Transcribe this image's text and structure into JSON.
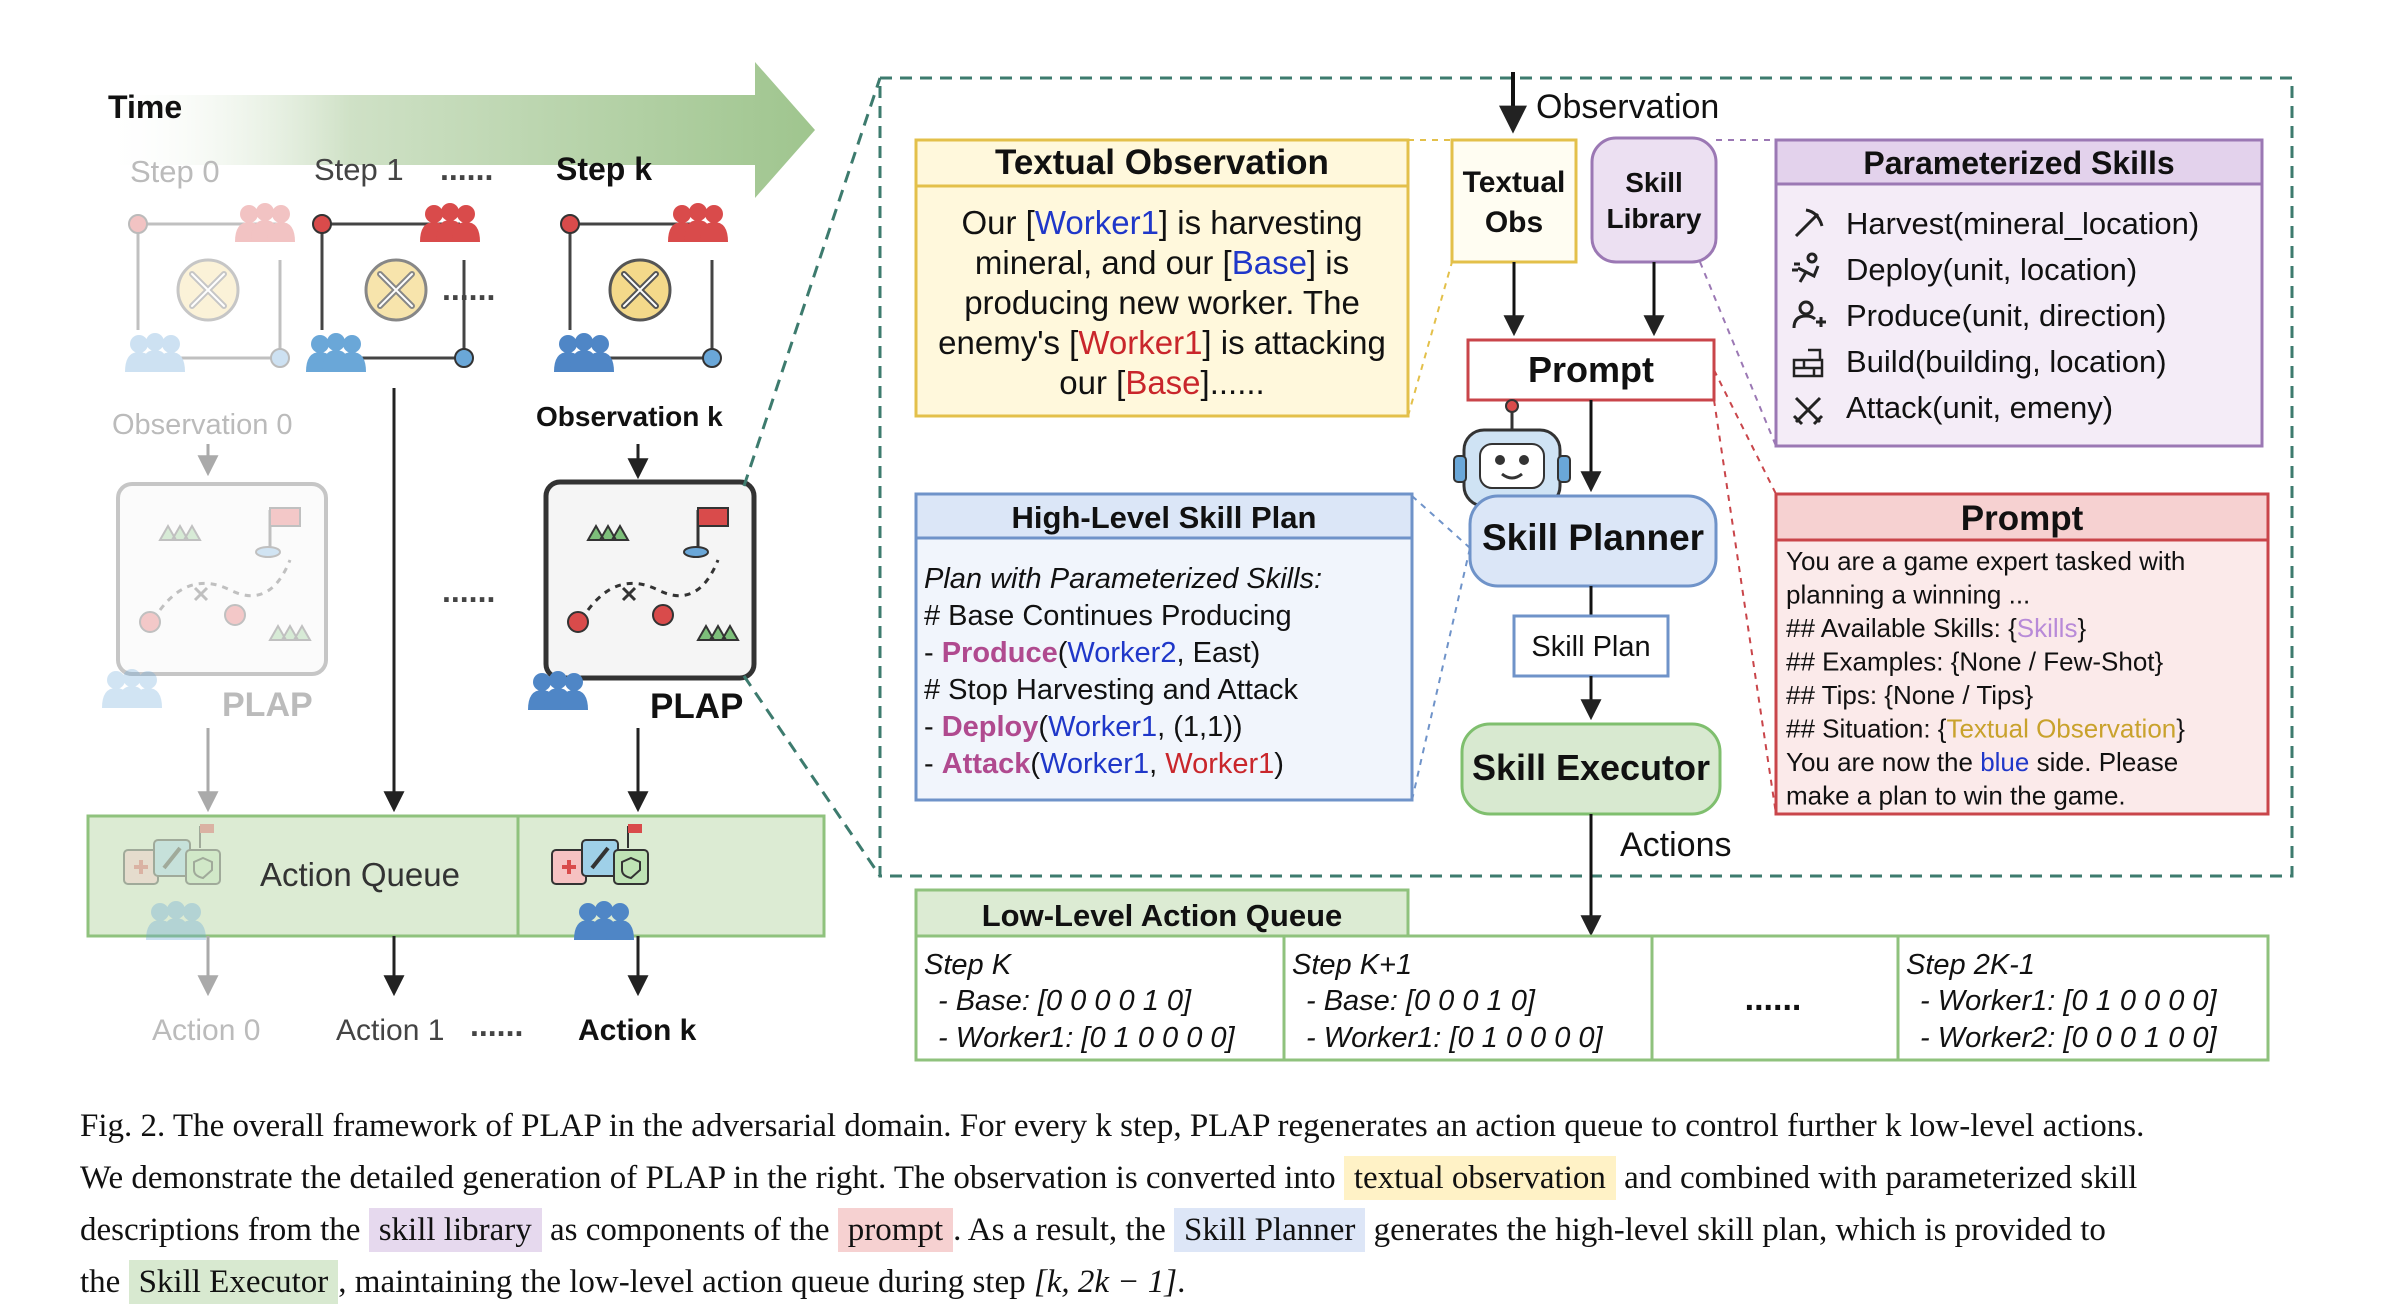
{
  "left": {
    "time_label": "Time",
    "steps": [
      "Step 0",
      "Step 1",
      "......",
      "Step k"
    ],
    "dots": "......",
    "observation_0": "Observation 0",
    "observation_k": "Observation k",
    "plap_0": "PLAP",
    "plap_k": "PLAP",
    "action_queue": "Action Queue",
    "actions": [
      "Action 0",
      "Action 1",
      "......",
      "Action k"
    ]
  },
  "right": {
    "observation": "Observation",
    "textual_observation": {
      "title": "Textual Observation",
      "lines": [
        [
          {
            "t": "Our [",
            "c": "black"
          },
          {
            "t": "Worker1",
            "c": "blue"
          },
          {
            "t": "] is harvesting",
            "c": "black"
          }
        ],
        [
          {
            "t": "mineral, and our [",
            "c": "black"
          },
          {
            "t": "Base",
            "c": "blue"
          },
          {
            "t": "] is",
            "c": "black"
          }
        ],
        [
          {
            "t": "producing new worker. The",
            "c": "black"
          }
        ],
        [
          {
            "t": "enemy's [",
            "c": "black"
          },
          {
            "t": "Worker1",
            "c": "red"
          },
          {
            "t": "] is attacking",
            "c": "black"
          }
        ],
        [
          {
            "t": "our [",
            "c": "black"
          },
          {
            "t": "Base",
            "c": "red"
          },
          {
            "t": "]......",
            "c": "black"
          }
        ]
      ]
    },
    "textual_obs_box": [
      "Textual",
      "Obs"
    ],
    "skill_library_box": [
      "Skill",
      "Library"
    ],
    "parameterized_skills": {
      "title": "Parameterized Skills",
      "items": [
        {
          "icon": "pickaxe-icon",
          "text": "Harvest(mineral_location)"
        },
        {
          "icon": "run-icon",
          "text": "Deploy(unit, location)"
        },
        {
          "icon": "person-add-icon",
          "text": "Produce(unit, direction)"
        },
        {
          "icon": "brick-wall-icon",
          "text": "Build(building, location)"
        },
        {
          "icon": "crossed-swords-icon",
          "text": "Attack(unit, emeny)"
        }
      ]
    },
    "prompt_box": "Prompt",
    "skill_planner": "Skill Planner",
    "skill_plan": "Skill Plan",
    "skill_executor": "Skill Executor",
    "actions": "Actions",
    "high_level": {
      "title": "High-Level Skill Plan",
      "lines": [
        [
          {
            "t": "Plan with Parameterized Skills:",
            "c": "italic"
          }
        ],
        [
          {
            "t": "# Base Continues Producing",
            "c": "black"
          }
        ],
        [
          {
            "t": "  - ",
            "c": "black"
          },
          {
            "t": "Produce",
            "c": "magenta"
          },
          {
            "t": "(",
            "c": "black"
          },
          {
            "t": "Worker2",
            "c": "blue"
          },
          {
            "t": ", East)",
            "c": "black"
          }
        ],
        [
          {
            "t": "# Stop Harvesting and Attack",
            "c": "black"
          }
        ],
        [
          {
            "t": "  - ",
            "c": "black"
          },
          {
            "t": "Deploy",
            "c": "magenta"
          },
          {
            "t": "(",
            "c": "black"
          },
          {
            "t": "Worker1",
            "c": "blue"
          },
          {
            "t": ", (1,1))",
            "c": "black"
          }
        ],
        [
          {
            "t": "  - ",
            "c": "black"
          },
          {
            "t": "Attack",
            "c": "magenta"
          },
          {
            "t": "(",
            "c": "black"
          },
          {
            "t": "Worker1",
            "c": "blue"
          },
          {
            "t": ", ",
            "c": "black"
          },
          {
            "t": "Worker1",
            "c": "red"
          },
          {
            "t": ")",
            "c": "black"
          }
        ]
      ]
    },
    "prompt_detail": {
      "title": "Prompt",
      "lines": [
        [
          {
            "t": "You are a game expert tasked with",
            "c": "black"
          }
        ],
        [
          {
            "t": "planning a winning ...",
            "c": "black"
          }
        ],
        [
          {
            "t": "  ## Available Skills: {",
            "c": "black"
          },
          {
            "t": "Skills",
            "c": "lilac"
          },
          {
            "t": "}",
            "c": "black"
          }
        ],
        [
          {
            "t": "  ## Examples: {None / Few-Shot}",
            "c": "black"
          }
        ],
        [
          {
            "t": "  ## Tips: {None / Tips}",
            "c": "black"
          }
        ],
        [
          {
            "t": "  ## Situation: {",
            "c": "black"
          },
          {
            "t": "Textual Observation",
            "c": "gold"
          },
          {
            "t": "}",
            "c": "black"
          }
        ],
        [
          {
            "t": "You are now the ",
            "c": "black"
          },
          {
            "t": "blue",
            "c": "blue"
          },
          {
            "t": " side. Please",
            "c": "black"
          }
        ],
        [
          {
            "t": "make a plan to win the game.",
            "c": "black"
          }
        ]
      ]
    },
    "low_level": {
      "title": "Low-Level Action Queue",
      "cells": [
        {
          "head": "Step K",
          "rows": [
            "- Base: [0 0 0 0 1 0]",
            "- Worker1: [0 1 0 0 0 0]"
          ]
        },
        {
          "head": "Step K+1",
          "rows": [
            "- Base: [0 0 0 1 0]",
            "- Worker1: [0 1 0 0 0 0]"
          ]
        },
        {
          "head": "",
          "rows": [
            "......"
          ]
        },
        {
          "head": "Step 2K-1",
          "rows": [
            "- Worker1: [0 1 0 0 0 0]",
            "- Worker2: [0 0 0 1 0 0]"
          ]
        }
      ]
    }
  },
  "caption": {
    "line1": "Fig. 2.  The overall framework of PLAP in the adversarial domain. For every k step, PLAP regenerates an action queue to control further k low-level actions.",
    "line2_a": "We demonstrate the detailed generation of PLAP in the right. The observation is converted into",
    "line2_hl": "textual observation",
    "line2_b": "and combined with parameterized skill",
    "line3_a": "descriptions from the",
    "line3_hl1": "skill library",
    "line3_b": "as components of the",
    "line3_hl2": "prompt",
    "line3_c": ". As a result, the",
    "line3_hl3": "Skill Planner",
    "line3_d": "generates the high-level skill plan, which is provided to",
    "line4_a": "the",
    "line4_hl": "Skill Executor",
    "line4_b": ", maintaining the low-level action queue during step",
    "line4_math": "[k, 2k − 1]",
    "line4_c": "."
  },
  "colors": {
    "blue": "#1f37c9",
    "red": "#c9262b",
    "magenta": "#b04a8f",
    "lilac": "#b88ad8",
    "gold": "#c9a22c",
    "green_border": "#7fbf6e",
    "dash_teal": "#3d7b6e"
  }
}
